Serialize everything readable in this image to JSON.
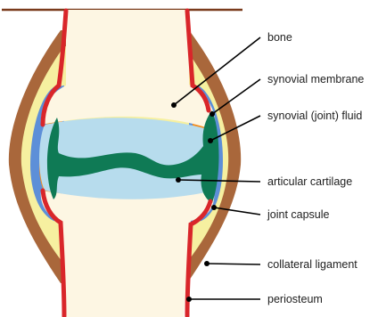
{
  "labels": {
    "bone": "bone",
    "synovial_membrane": "synovial membrane",
    "synovial_fluid": "synovial (joint) fluid",
    "articular_cartilage": "articular cartilage",
    "joint_capsule": "joint capsule",
    "collateral_ligament": "collateral ligament",
    "periosteum": "periosteum"
  },
  "colors": {
    "bone": "#fdf6e3",
    "collateral_ligament": "#a9673b",
    "joint_capsule": "#f6f0a0",
    "synovial_membrane": "#f28c1e",
    "synovial_fluid": "#b7dced",
    "capsule_blue": "#5d8fd8",
    "articular_cartilage": "#0f7a55",
    "periosteum": "#d9262a",
    "top_line": "#7a3b1c"
  }
}
